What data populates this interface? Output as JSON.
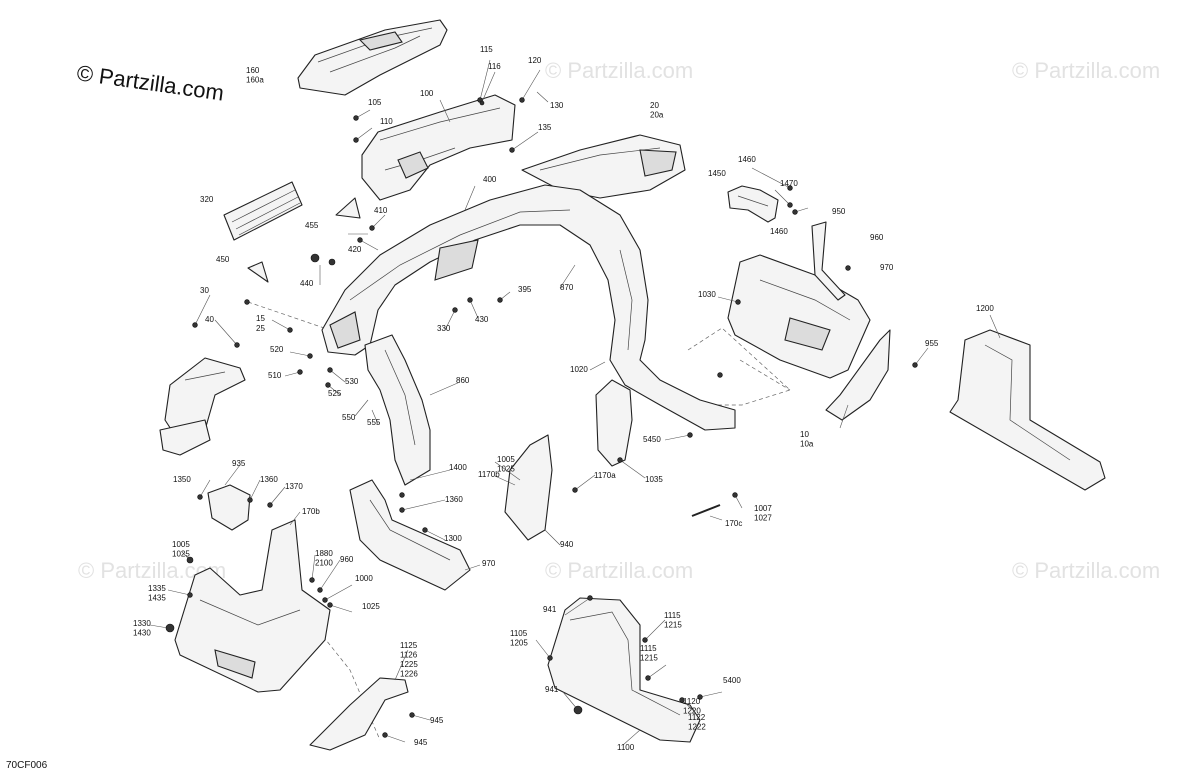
{
  "brand": {
    "text": "© Partzilla.com"
  },
  "watermark": {
    "text": "© Partzilla.com"
  },
  "diagram_code": "70CF006",
  "callouts": [
    [
      "160",
      "160a"
    ],
    [
      "115"
    ],
    [
      "116"
    ],
    [
      "120"
    ],
    [
      "130"
    ],
    [
      "105"
    ],
    [
      "110"
    ],
    [
      "100"
    ],
    [
      "135"
    ],
    [
      "20",
      "20a"
    ],
    [
      "1460"
    ],
    [
      "1450"
    ],
    [
      "1470"
    ],
    [
      "1460"
    ],
    [
      "950"
    ],
    [
      "960"
    ],
    [
      "970"
    ],
    [
      "320"
    ],
    [
      "455"
    ],
    [
      "410"
    ],
    [
      "420"
    ],
    [
      "400"
    ],
    [
      "440"
    ],
    [
      "450"
    ],
    [
      "395"
    ],
    [
      "870"
    ],
    [
      "430"
    ],
    [
      "330"
    ],
    [
      "1030"
    ],
    [
      "1200"
    ],
    [
      "30"
    ],
    [
      "40"
    ],
    [
      "15"
    ],
    [
      "25"
    ],
    [
      "955"
    ],
    [
      "520"
    ],
    [
      "510"
    ],
    [
      "530"
    ],
    [
      "525"
    ],
    [
      "860"
    ],
    [
      "1020"
    ],
    [
      "550"
    ],
    [
      "555"
    ],
    [
      "10",
      "10a"
    ],
    [
      "5450"
    ],
    [
      "1035"
    ],
    [
      "1400"
    ],
    [
      "1005",
      "1025"
    ],
    [
      "1170b"
    ],
    [
      "1170a"
    ],
    [
      "935"
    ],
    [
      "1350"
    ],
    [
      "1360"
    ],
    [
      "1370"
    ],
    [
      "1360"
    ],
    [
      "1007",
      "1027"
    ],
    [
      "170c"
    ],
    [
      "170b"
    ],
    [
      "940"
    ],
    [
      "1300"
    ],
    [
      "1005",
      "1025"
    ],
    [
      "1880",
      "2100"
    ],
    [
      "960"
    ],
    [
      "970"
    ],
    [
      "1000"
    ],
    [
      "1335",
      "1435"
    ],
    [
      "1025"
    ],
    [
      "1330",
      "1430"
    ],
    [
      "941"
    ],
    [
      "1115",
      "1215"
    ],
    [
      "1105",
      "1205"
    ],
    [
      "1115",
      "1215"
    ],
    [
      "1125",
      "1126",
      "1225",
      "1226"
    ],
    [
      "5400"
    ],
    [
      "1120",
      "1220"
    ],
    [
      "941"
    ],
    [
      "1122",
      "1222"
    ],
    [
      "945"
    ],
    [
      "945"
    ],
    [
      "1100"
    ]
  ]
}
